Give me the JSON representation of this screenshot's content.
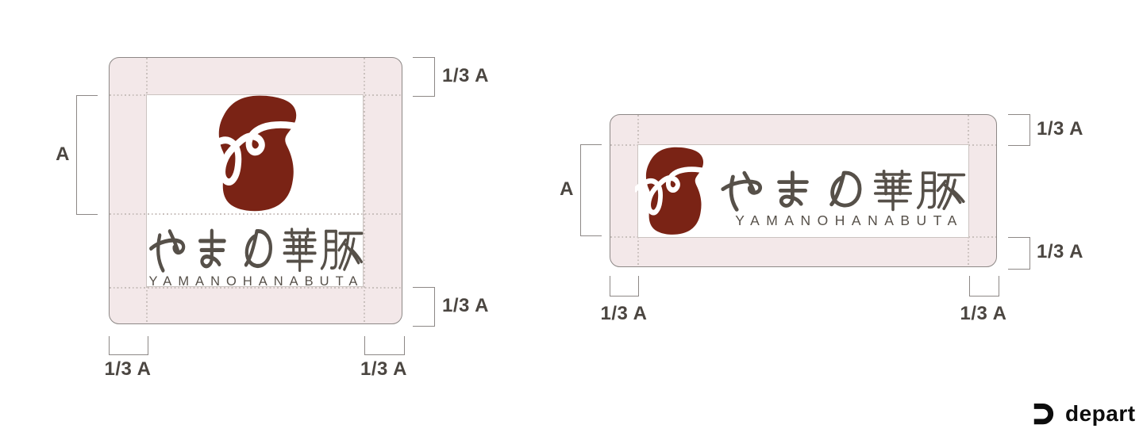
{
  "brand": {
    "logo_jp": "やまの華豚",
    "logo_en": "YAMANOHANABUTA",
    "symbol_color": "#7a2315",
    "logotype_color": "#565049"
  },
  "clearspace": {
    "height_label": "A",
    "margin_label": "1/3 A",
    "margin_fill": "#f3e8e9",
    "guide_color": "#8d8886"
  },
  "footer": {
    "credit": "depart"
  }
}
